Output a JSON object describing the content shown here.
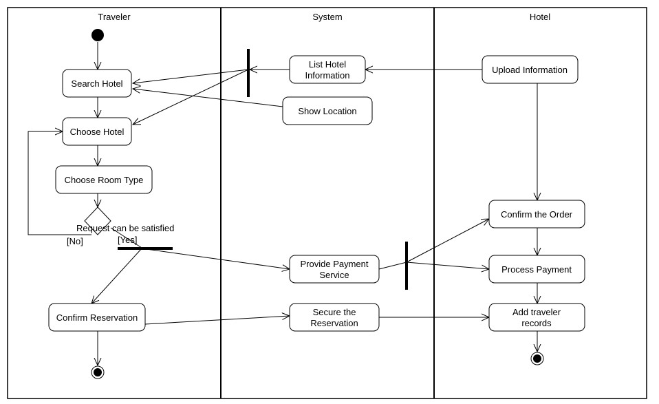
{
  "lanes": [
    "Traveler",
    "System",
    "Hotel"
  ],
  "nodes": {
    "search_hotel": [
      "Search Hotel"
    ],
    "choose_hotel": [
      "Choose Hotel"
    ],
    "choose_room_type": [
      "Choose Room Type"
    ],
    "confirm_reservation": [
      "Confirm Reservation"
    ],
    "list_hotel_information": [
      "List Hotel",
      "Information"
    ],
    "show_location": [
      "Show Location"
    ],
    "provide_payment_service": [
      "Provide Payment",
      "Service"
    ],
    "secure_reservation": [
      "Secure the",
      "Reservation"
    ],
    "upload_information": [
      "Upload Information"
    ],
    "confirm_order": [
      "Confirm the Order"
    ],
    "process_payment": [
      "Process Payment"
    ],
    "add_traveler_records": [
      "Add traveler",
      "records"
    ]
  },
  "labels": {
    "decision": "Request can be satisfied",
    "no": "[No]",
    "yes": "[Yes]"
  }
}
